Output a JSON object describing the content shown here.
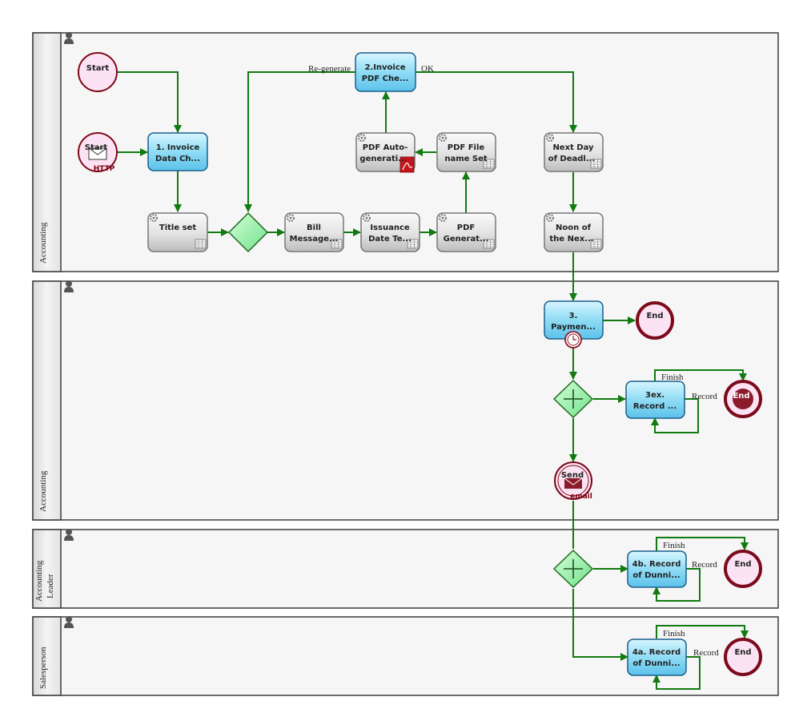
{
  "lanes": [
    {
      "id": "lane1",
      "title": "Accounting"
    },
    {
      "id": "lane2",
      "title": "Accounting"
    },
    {
      "id": "lane3",
      "title_lines": [
        "Accounting",
        "Leader"
      ]
    },
    {
      "id": "lane4",
      "title": "Salesperson"
    }
  ],
  "nodes": {
    "start1": {
      "lines": [
        "Start"
      ]
    },
    "start_http": {
      "lines": [
        "Start"
      ],
      "tag": "HTTP"
    },
    "invoice_data": {
      "lines": [
        "1. Invoice",
        "Data Ch..."
      ]
    },
    "title_set": {
      "lines": [
        "Title set"
      ]
    },
    "bill_message": {
      "lines": [
        "Bill",
        "Message..."
      ]
    },
    "issuance_date": {
      "lines": [
        "Issuance",
        "Date Te..."
      ]
    },
    "pdf_generate": {
      "lines": [
        "PDF",
        "Generat..."
      ]
    },
    "pdf_auto": {
      "lines": [
        "PDF Auto-",
        "generati..."
      ]
    },
    "pdf_filename": {
      "lines": [
        "PDF File",
        "name Set"
      ]
    },
    "invoice_pdf_check": {
      "lines": [
        "2.Invoice",
        "PDF Che..."
      ]
    },
    "next_day": {
      "lines": [
        "Next Day",
        "of Deadl..."
      ]
    },
    "noon_next": {
      "lines": [
        "Noon of",
        "the Nex..."
      ]
    },
    "payment": {
      "lines": [
        "3.",
        "Paymen..."
      ]
    },
    "end1": {
      "lines": [
        "End"
      ]
    },
    "record3ex": {
      "lines": [
        "3ex.",
        "Record ..."
      ]
    },
    "end2": {
      "lines": [
        "End"
      ]
    },
    "send_email": {
      "lines": [
        "Send"
      ],
      "tag": "email"
    },
    "record4b": {
      "lines": [
        "4b. Record",
        "of Dunni..."
      ]
    },
    "end3": {
      "lines": [
        "End"
      ]
    },
    "record4a": {
      "lines": [
        "4a. Record",
        "of Dunni..."
      ]
    },
    "end4": {
      "lines": [
        "End"
      ]
    }
  },
  "edge_labels": {
    "regenerate": "Re-generate",
    "ok": "OK",
    "finish_3ex": "Finish",
    "record_3ex": "Record",
    "finish_4b": "Finish",
    "record_4b": "Record",
    "finish_4a": "Finish",
    "record_4a": "Record"
  },
  "colors": {
    "flow": "#117a11",
    "human_task_fill": "#8fdcf5",
    "auto_task_fill": "#e2e2e2",
    "event_fill": "#fce3f4",
    "event_stroke": "#7d0a1a",
    "gateway_fill": "#9df0ad"
  },
  "icons": [
    "person-icon",
    "gear-icon",
    "calendar-icon",
    "pdf-icon",
    "clock-icon",
    "envelope-icon"
  ]
}
